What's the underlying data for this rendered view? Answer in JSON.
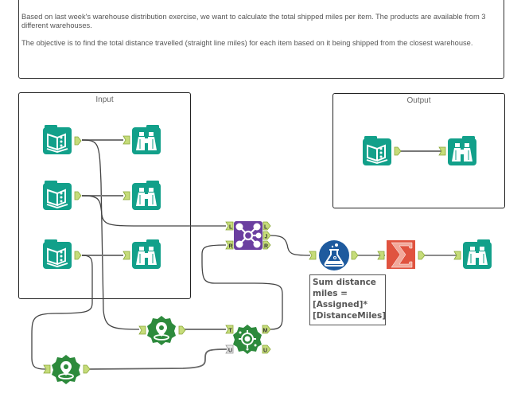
{
  "comment": {
    "paragraphs": [
      "Based on last week's warehouse distribution exercise, we want to calculate the total shipped miles per item.  The products are available from 3 different warehouses.",
      "The objective is to find the total distance travelled (straight line miles) for each item based on it being shipped from the closest warehouse."
    ]
  },
  "containers": {
    "input": {
      "title": "Input"
    },
    "output": {
      "title": "Output"
    }
  },
  "tools": {
    "input_1": {
      "type": "input-data",
      "icon": "book-icon"
    },
    "input_2": {
      "type": "input-data",
      "icon": "book-icon"
    },
    "input_3": {
      "type": "input-data",
      "icon": "book-icon"
    },
    "browse_1": {
      "type": "browse",
      "icon": "binoculars-icon"
    },
    "browse_2": {
      "type": "browse",
      "icon": "binoculars-icon"
    },
    "browse_3": {
      "type": "browse",
      "icon": "binoculars-icon"
    },
    "output_input": {
      "type": "input-data",
      "icon": "book-icon"
    },
    "output_browse": {
      "type": "browse",
      "icon": "binoculars-icon"
    },
    "join": {
      "type": "join",
      "icon": "join-icon",
      "anchors_in": [
        "L",
        "R"
      ],
      "anchors_out": [
        "L",
        "J",
        "R"
      ]
    },
    "formula": {
      "type": "formula",
      "icon": "flask-icon"
    },
    "summarize": {
      "type": "summarize",
      "icon": "sigma-icon"
    },
    "final_browse": {
      "type": "browse",
      "icon": "binoculars-icon"
    },
    "create_points_1": {
      "type": "create-points",
      "icon": "map-pin-icon"
    },
    "create_points_2": {
      "type": "create-points",
      "icon": "map-pin-icon"
    },
    "find_nearest": {
      "type": "find-nearest",
      "icon": "crosshair-icon",
      "anchors_in": [
        "T",
        "U"
      ],
      "anchors_out": [
        "M",
        "U"
      ]
    }
  },
  "annotation": {
    "lines": [
      "Sum distance",
      "miles =",
      "[Assigned]*",
      "[DistanceMiles]"
    ]
  },
  "colors": {
    "teal": "#12a08a",
    "purple": "#6b3fa0",
    "blue": "#1e5a9e",
    "orange": "#e0533f",
    "green": "#2d8a3c",
    "anchor": "#c6dc7a",
    "wire": "#444444"
  }
}
